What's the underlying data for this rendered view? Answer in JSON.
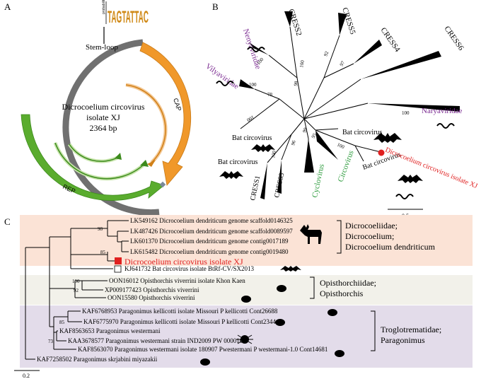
{
  "panels": {
    "a": "A",
    "b": "B",
    "c": "C"
  },
  "panel_a": {
    "logo_letters": "TAGTATTAC",
    "logo_axis": "probability",
    "stem_loop": "Stem-loop",
    "name_line1": "Dicrocoelium circovirus",
    "name_line2": "isolate XJ",
    "length": "2364 bp",
    "cap": "CAP",
    "rep": "REP",
    "colors": {
      "cap": "#f0982a",
      "rep": "#5aac2e",
      "backbone": "#707070"
    }
  },
  "panel_b": {
    "labels": {
      "nenyaviridae": "Nenyaviridae",
      "cress2": "CRESS2",
      "cress5": "CRESS5",
      "cress4": "CRESS4",
      "cress6": "CRESS6",
      "vilyaviridae": "Vilyaviridae",
      "naryaviridae": "Naryaviridae",
      "bat1": "Bat circovirus",
      "bat2": "Bat circovirus",
      "bat3": "Bat circovirus",
      "bat4": "Bat circovirus",
      "dcv": "Dicrocoelium circovirus isolate XJ",
      "cress1": "CRESS1",
      "cress3": "CRESS3",
      "cyclovirus": "Cyclovirus",
      "circovirus": "Circovirus"
    },
    "bootstrap": {
      "n100a": "100",
      "n98": "98",
      "n100b": "100",
      "n92": "92",
      "n97": "97",
      "n100c": "100",
      "n78": "78",
      "n100d": "100",
      "n100e": "100",
      "n100f": "100",
      "n96": "96",
      "n99": "99",
      "n95": "95",
      "n100g": "100"
    },
    "scale": "0.5"
  },
  "panel_c": {
    "taxa": [
      "LK549162 Dicrocoelium dendriticum genome scaffold0146325",
      "LK487426 Dicrocoelium dendriticum genome scaffold0089597",
      "LK601370 Dicrocoelium dendriticum genome contig0017189",
      "LK615482 Dicrocoelium dendriticum genome contig0019480",
      "Dicrocoelium circovirus isolate XJ",
      "KJ641732 Bat circovirus isolate BtRf-CV/SX2013",
      "OON16012 Opisthorchis viverrini isolate Khon Kaen",
      "XP009177423 Opisthorchis viverrini",
      "OON15580 Opisthorchis viverrini",
      "KAF6768953 Paragonimus kellicotti isolate Missouri P kellicotti Cont26688",
      "KAF6775970 Paragonimus kellicotti isolate Missouri P kellicotti Cont2344",
      "KAF8563653 Paragonimus westermani",
      "KAA3678577 Paragonimus westermani strain IND2009 PW 00001047",
      "KAF8563070 Paragonimus westermani isolate 180907 Pwestermani P westermani-1.0 Cont14681",
      "KAF7258502 Paragonimus skrjabini miyazakii"
    ],
    "bootstrap": {
      "n98": "98",
      "n85a": "85",
      "n100": "100",
      "n92": "92",
      "n85b": "85",
      "n73": "73"
    },
    "groups": {
      "dicro": [
        "Dicrocoeliidae;",
        "Dicrocoelium;",
        "Dicrocoelium dendriticum"
      ],
      "opis": [
        "Opisthorchiidae;",
        "Opisthorchis"
      ],
      "trog": [
        "Troglotrematidae;",
        "Paragonimus"
      ]
    },
    "scale": "0.2",
    "colors": {
      "dicro_bg": "#fbe3d6",
      "opis_bg": "#f2f1ea",
      "trog_bg": "#e3dcea",
      "highlight": "#e02020"
    }
  }
}
